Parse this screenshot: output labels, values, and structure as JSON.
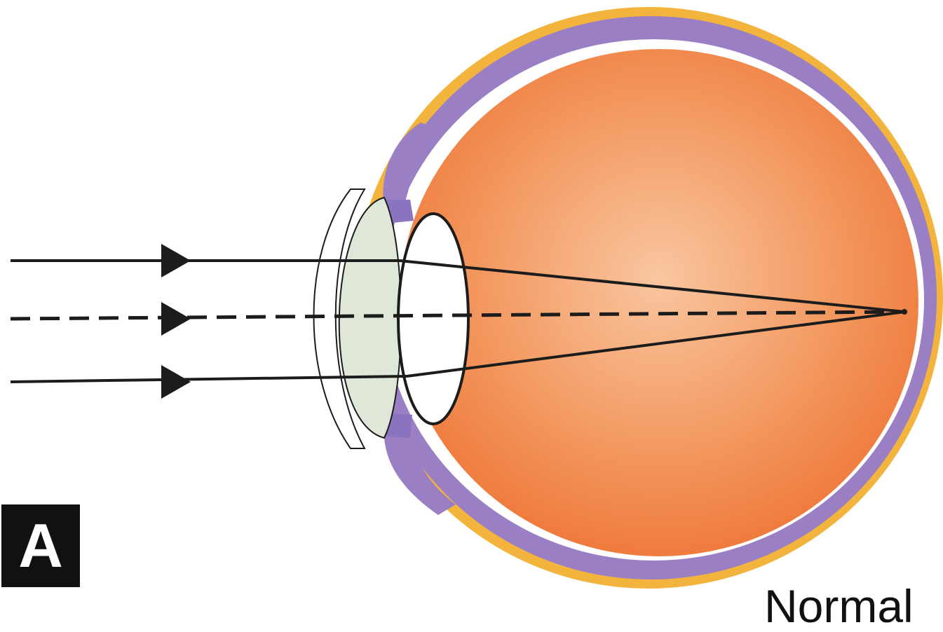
{
  "figure": {
    "panel_label": "A",
    "caption": "Normal"
  },
  "colors": {
    "sclera": "#f2b43c",
    "choroid": "#9b7fc4",
    "retina_gap": "#ffffff",
    "vitreous": "#f07a3e",
    "vitreous_highlight": "#f7c8a4",
    "cornea_fill": "#dfe8d8",
    "iris": "#8a73bf",
    "lens": "#ffffff",
    "ray": "#1c1c1c"
  },
  "icons": {
    "ray_arrow": "right-triangle-arrow"
  },
  "rays": [
    {
      "name": "upper-ray",
      "style": "solid"
    },
    {
      "name": "axis-ray",
      "style": "dashed"
    },
    {
      "name": "lower-ray",
      "style": "solid"
    }
  ]
}
